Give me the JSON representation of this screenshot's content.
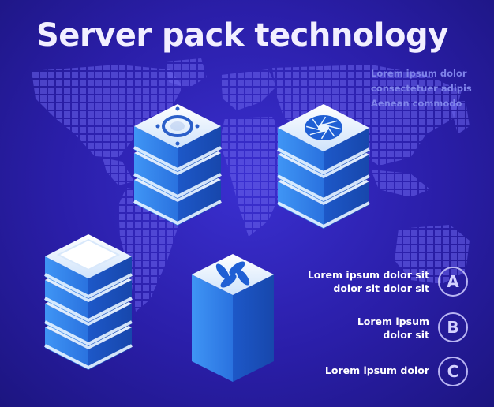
{
  "title": "Server pack technology",
  "blurb": {
    "lines": [
      "Lorem ipsum dolor",
      "consectetuer adipis",
      "Aenean commodo"
    ]
  },
  "items": [
    {
      "text_lines": [
        "Lorem ipsum dolor sit",
        "dolor sit  dolor sit"
      ],
      "badge": "A"
    },
    {
      "text_lines": [
        "Lorem ipsum",
        "dolor sit"
      ],
      "badge": "B"
    },
    {
      "text_lines": [
        "Lorem ipsum dolor"
      ],
      "badge": "C"
    }
  ],
  "icons": {
    "server_1_top": "speaker-icon",
    "server_2_top": "aperture-icon",
    "server_4_top": "fan-icon"
  },
  "colors": {
    "background": "#2a1ea8",
    "server_blue": "#2f7fe8",
    "server_light": "#e8f4ff",
    "text": "#ffffff",
    "muted_text": "#7f83ea"
  }
}
